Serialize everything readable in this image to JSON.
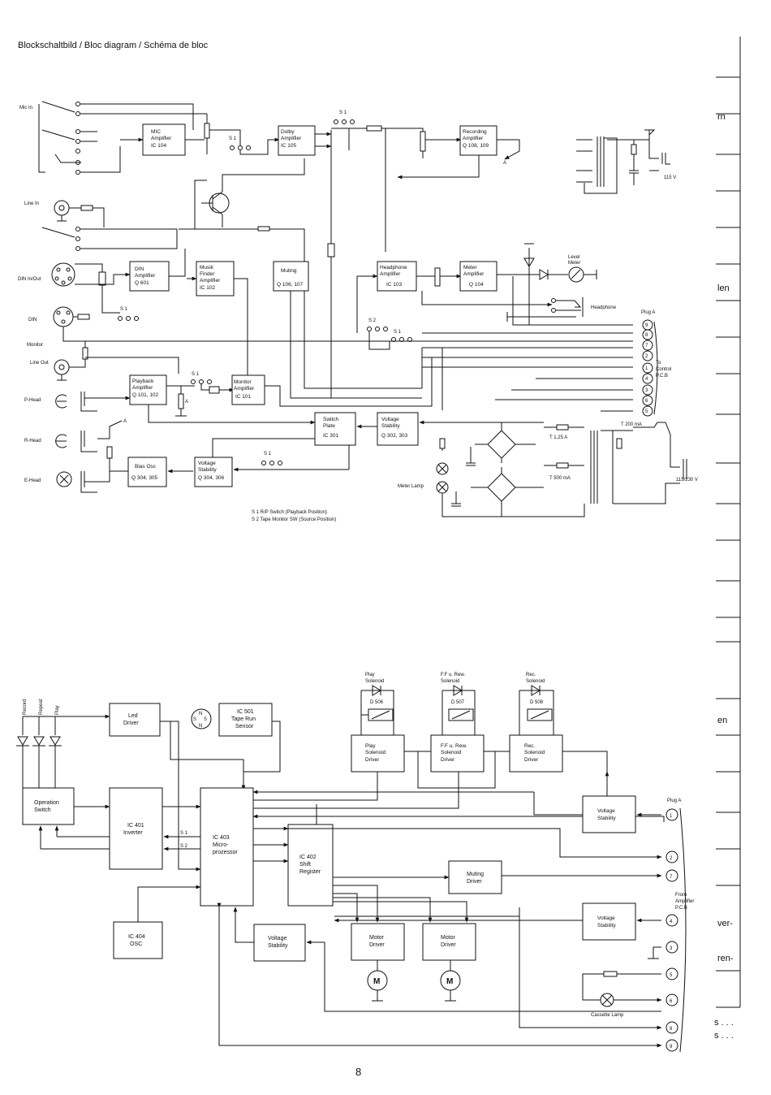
{
  "page": {
    "title": "Blockschaltbild / Bloc diagram / Schéma de bloc",
    "page_number": "8",
    "margin_fragments": [
      "rn",
      "len",
      "en",
      "ver-",
      "ren-",
      "s . . .",
      "s . . ."
    ]
  },
  "top": {
    "io_labels": [
      "Mic In",
      "Line In",
      "DIN In/Out",
      "DIN",
      "Monitor",
      "Line Out",
      "P-Head",
      "R-Head",
      "E-Head"
    ],
    "blocks": {
      "mic": [
        "MIC",
        "Amplifier",
        "IC 104"
      ],
      "dolby": [
        "Dolby",
        "Amplifier",
        "IC 105"
      ],
      "rec": [
        "Recording",
        "Amplifier",
        "Q 108, 109"
      ],
      "din": [
        "DIN",
        "Amplifier",
        "Q 601"
      ],
      "musik": [
        "Musik",
        "Finder",
        "Amplifier",
        "IC 102"
      ],
      "muting": [
        "Muting",
        "Q 106, 107"
      ],
      "hp": [
        "Headphone",
        "Amplifier",
        "IC 103"
      ],
      "meter": [
        "Meter",
        "Amplifier",
        "Q 104"
      ],
      "pb": [
        "Playback",
        "Amplifier",
        "Q 101, 102"
      ],
      "mon": [
        "Monitor",
        "Amplifier",
        "IC 101"
      ],
      "sw": [
        "Switch",
        "Plate",
        "IC 301"
      ],
      "vs1": [
        "Voltage",
        "Stability",
        "Q 302, 303"
      ],
      "bias": [
        "Bias Osc",
        "Q 304, 305"
      ],
      "vs2": [
        "Voltage",
        "Stability",
        "Q 304, 306"
      ]
    },
    "labels": {
      "s1": "S 1",
      "s2": "S 2",
      "a": "A",
      "level_meter": [
        "Level",
        "Meter"
      ],
      "headphone": "Headphone",
      "plug_a": "Plug A",
      "to_control": [
        "To",
        "Control",
        "P.C.B"
      ],
      "meter_lamp": "Meter Lamp",
      "t200": "T 200 mA",
      "t125": "T 1,25 A",
      "t500": "T 500 mA",
      "v115": "115 V",
      "v115230": "115/230 V",
      "plug_pins": [
        "9",
        "8",
        "7",
        "2",
        "1",
        "4",
        "3",
        "6",
        "5"
      ]
    },
    "notes": [
      "S 1 R/P Switch (Playback Position)",
      "S 2 Tape Monitor SW (Source Position)"
    ]
  },
  "bottom": {
    "leds": [
      "Record",
      "Repeat",
      "Play"
    ],
    "blocks": {
      "led": [
        "Led",
        "Driver"
      ],
      "ic501": [
        "IC 501",
        "Tape Run",
        "Sensor"
      ],
      "op": [
        "Operation",
        "Switch"
      ],
      "ic401": [
        "IC 401",
        "Inverter"
      ],
      "ic403": [
        "IC 403",
        "Micro-",
        "prozessor"
      ],
      "ic402": [
        "IC 402",
        "Shift",
        "Register"
      ],
      "mdrv": [
        "Muting",
        "Driver"
      ],
      "ic404": [
        "IC 404",
        "OSC"
      ],
      "vsb": [
        "Voltage",
        "Stability"
      ],
      "m1": [
        "Motor",
        "Driver"
      ],
      "m2": [
        "Motor",
        "Driver"
      ],
      "vs3": [
        "Voltage",
        "Stability"
      ],
      "vs4": [
        "Voltage",
        "Stability"
      ],
      "psd": [
        "Play",
        "Solenoid",
        "Driver"
      ],
      "fsd": [
        "F.F u. Rew.",
        "Solenoid",
        "Driver"
      ],
      "rsd": [
        "Rec.",
        "Solenoid",
        "Driver"
      ]
    },
    "solenoids": {
      "play": [
        "Play",
        "Solenoid"
      ],
      "ff": [
        "F.F u. Rew.",
        "Solenoid"
      ],
      "rec": [
        "Rec.",
        "Solenoid"
      ]
    },
    "diodes": [
      "D 506",
      "D 507",
      "D 508"
    ],
    "labels": {
      "s1": "S 1",
      "s2": "S 2",
      "motor": "M",
      "plug_a": "Plug A",
      "from_amp": [
        "From",
        "Amplifier",
        "P.C.B"
      ],
      "cassette_lamp": "Cassette Lamp",
      "sensor_glyph": [
        "N",
        "S",
        "N",
        "S"
      ],
      "pins": [
        "1",
        "2",
        "7",
        "4",
        "3",
        "5",
        "6",
        "8",
        "9"
      ]
    }
  }
}
